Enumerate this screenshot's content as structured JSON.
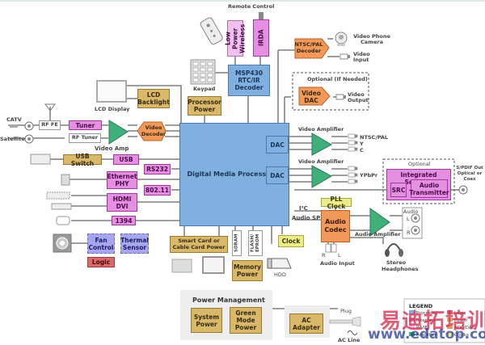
{
  "labels": {
    "remote_control": "Remote Control",
    "keypad": "Keypad",
    "lcd_display": "LCD Display",
    "catv": "CATV",
    "satellite": "Satellite",
    "video_amp": "Video Amp",
    "video_phone_camera": "Video Phone Camera",
    "video_input": "Video Input",
    "optional_if_needed": "Optional (If Needed)",
    "video_output": "Video Output",
    "video_amplifier_1": "Video Amplifier",
    "video_amplifier_2": "Video Amplifier",
    "ntsc_pal_out": "NTSC/PAL",
    "y_out": "Y",
    "c_out": "C",
    "ypbpr_out": "YPbPr",
    "optional": "Optional",
    "spdif_out": "S/PDIF Out Optical or Coax",
    "i2c": "I²C",
    "audio_sp": "Audio SP",
    "audio_amplifier": "Audio Amplifier",
    "audio_jack": "Audio",
    "audio_l": "L",
    "audio_r": "R",
    "audio_input": "Audio Input",
    "audio_input_r": "R",
    "audio_input_l": "L",
    "stereo_headphones": "Stereo Headphones",
    "hdd": "HDD",
    "plug": "Plug",
    "ac_line": "AC Line"
  },
  "blocks": {
    "low_power_wireless": "Low Power Wireless",
    "irda": "IRDA",
    "msp430": "MSP430 RTC/IR Decoder",
    "ntsc_pal_decoder": "NTSC/PAL Decoder",
    "video_dac": "Video DAC",
    "lcd_backlight": "LCD Backlight",
    "processor_power": "Processor Power",
    "rf_fe": "RF FE",
    "tuner": "Tuner",
    "rf_tuner": "RF Tuner",
    "video_decoder": "Video Decoder",
    "usb_switch": "USB Switch",
    "usb": "USB",
    "rs232": "RS232",
    "ethernet_phy": "Ethernet PHY",
    "wifi": "802.11",
    "hdmi_dvi": "HDMI DVI",
    "ieee1394": "1394",
    "dmp": "Digital Media Processor",
    "dac1": "DAC",
    "dac2": "DAC",
    "integrated_solution": "Integrated Solution",
    "src": "SRC",
    "audio_transmitter": "Audio Transmitter",
    "pll_clock": "PLL Clock",
    "audio_codec": "Audio Codec",
    "fan_control": "Fan Control",
    "thermal_sensor": "Thermal Sensor",
    "logic": "Logic",
    "smart_card_power": "Smart Card or Cable Card Power",
    "sdram": "SDRAM",
    "flash_eprom": "FLASH/ EPROM",
    "memory_power": "Memory Power",
    "clock": "Clock",
    "power_management": "Power Management",
    "system_power": "System Power",
    "green_mode_power": "Green Mode Power",
    "ac_adapter": "AC Adapter"
  },
  "legend": {
    "title": "LEGEND",
    "items": [
      {
        "label": "Processor",
        "color": "#7fb0e0"
      },
      {
        "label": "Interface",
        "color": "#e58fe0"
      },
      {
        "label": "RF/IF",
        "color": "#f0c0ef"
      },
      {
        "label": "Amplifier",
        "color": "#3fb07a"
      },
      {
        "label": "Logic",
        "color": "#d96a6a"
      },
      {
        "label": "Power",
        "color": "#d9b86a"
      },
      {
        "label": "ADC/DAC",
        "color": "#f2995a"
      },
      {
        "label": "Clocks",
        "color": "#ecec8a"
      }
    ]
  },
  "watermark": {
    "text_cn": "易迪拓培训",
    "text_url": "www.edatop.com"
  },
  "colors": {
    "processor": "#7fb0e0",
    "interface": "#e58fe0",
    "power": "#d9b86a",
    "adc_dac": "#f2995a",
    "amplifier": "#3fb07a",
    "logic": "#d96a6a",
    "clocks": "#ecec8a",
    "sensor": "#a7a6f2",
    "watermark": "#d0284a"
  }
}
